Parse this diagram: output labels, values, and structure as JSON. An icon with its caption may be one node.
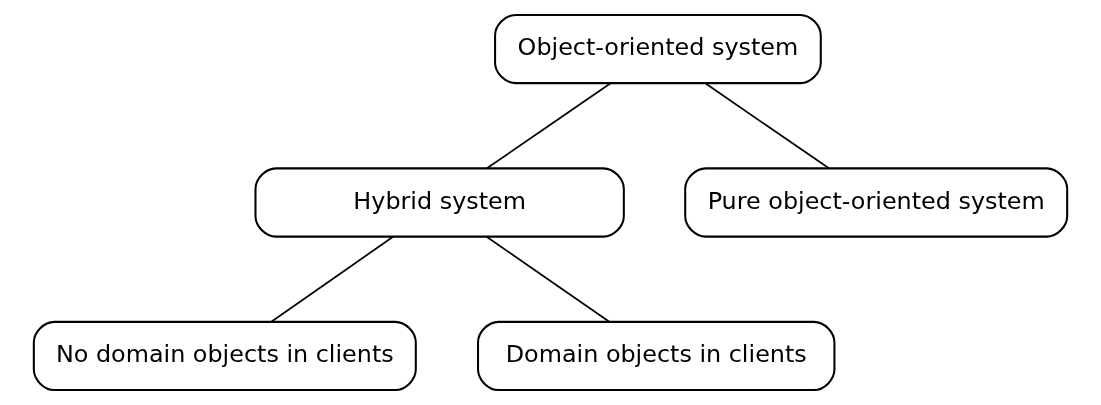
{
  "diagram": {
    "nodes": [
      {
        "text": [
          "Object-oriented system"
        ]
      },
      {
        "text": [
          "Hybrid system"
        ]
      },
      {
        "text": [
          "Pure object-oriented system"
        ]
      },
      {
        "text": [
          "No domain objects in clients"
        ]
      },
      {
        "text": [
          "Domain objects in clients"
        ]
      }
    ],
    "edges": [
      {
        "from": 0,
        "to": 1,
        "arrow": "none"
      },
      {
        "from": 0,
        "to": 2,
        "arrow": "none"
      },
      {
        "from": 1,
        "to": 3,
        "arrow": "none"
      },
      {
        "from": 1,
        "to": 4,
        "arrow": "none"
      }
    ]
  }
}
